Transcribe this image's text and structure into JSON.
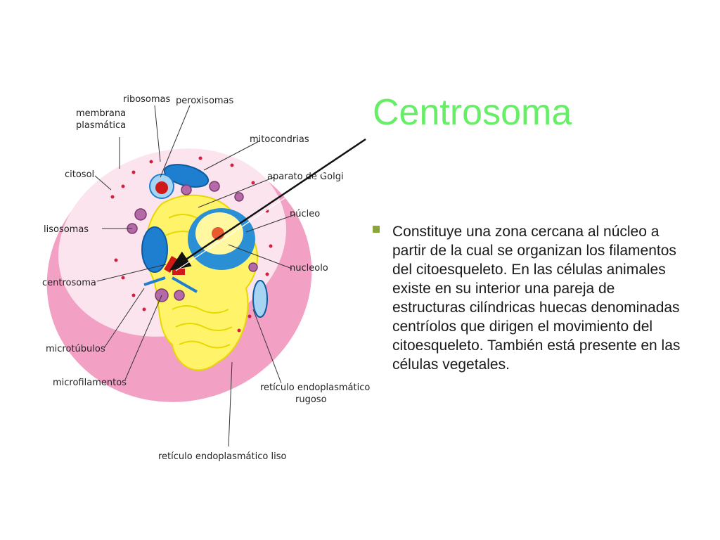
{
  "slide": {
    "title": "Centrosoma",
    "bullet": "Constituye una zona cercana al núcleo a partir de la cual se organizan los filamentos del citoesqueleto. En las células animales existe en su interior una pareja de estructuras cilíndricas huecas denominadas centríolos que dirigen el movimiento del citoesqueleto. También está presente en las células vegetales.",
    "accent_color": "#66ee66",
    "bullet_color": "#8aa63a"
  },
  "diagram": {
    "labels": {
      "ribosomas": "ribosomas",
      "peroxisomas": "peroxisomas",
      "membrana_1": "membrana",
      "membrana_2": "plasmática",
      "mitocondrias": "mitocondrias",
      "citosol": "citosol",
      "golgi": "aparato de Golgi",
      "nucleo": "núcleo",
      "lisosomas": "lisosomas",
      "nucleolo": "nucleolo",
      "centrosoma": "centrosoma",
      "microtubulos": "microtúbulos",
      "microfilamentos": "microfilamentos",
      "rer_1": "retículo endoplasmático",
      "rer_2": "rugoso",
      "rel": "retículo endoplasmático liso"
    }
  }
}
